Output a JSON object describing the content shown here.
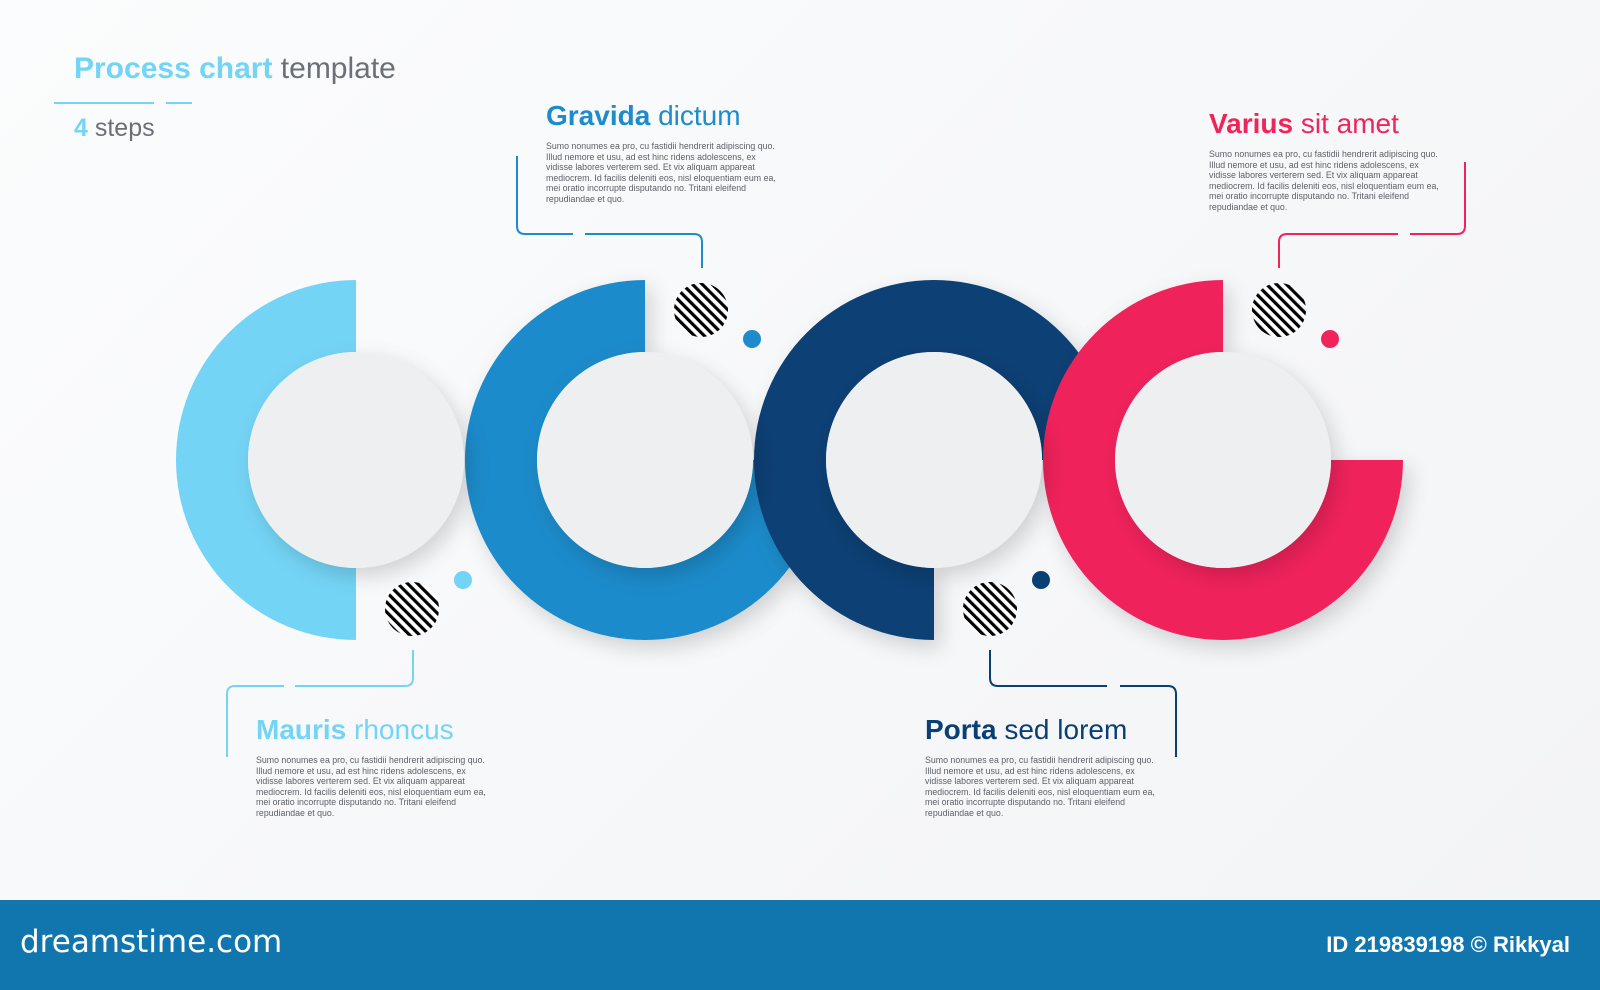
{
  "header": {
    "title_strong": "Process chart",
    "title_light": "template",
    "steps_count": "4",
    "steps_label": "steps"
  },
  "steps": [
    {
      "strong": "Mauris",
      "light": "rhoncus",
      "description": "Sumo nonumes ea pro, cu fastidii hendrerit adipiscing quo. Illud nemore et usu, ad est hinc ridens adolescens, ex vidisse labores verterem sed. Et vix aliquam appareat mediocrem. Id facilis deleniti eos, nisl eloquentiam eum ea, mei oratio incorrupte disputando no. Tritani eleifend repudiandae et quo.",
      "color": "#74d4f6"
    },
    {
      "strong": "Gravida",
      "light": "dictum",
      "description": "Sumo nonumes ea pro, cu fastidii hendrerit adipiscing quo. Illud nemore et usu, ad est hinc ridens adolescens, ex vidisse labores verterem sed. Et vix aliquam appareat mediocrem. Id facilis deleniti eos, nisl eloquentiam eum ea, mei oratio incorrupte disputando no. Tritani eleifend repudiandae et quo.",
      "color": "#1e8bcb"
    },
    {
      "strong": "Porta",
      "light": "sed lorem",
      "description": "Sumo nonumes ea pro, cu fastidii hendrerit adipiscing quo. Illud nemore et usu, ad est hinc ridens adolescens, ex vidisse labores verterem sed. Et vix aliquam appareat mediocrem. Id facilis deleniti eos, nisl eloquentiam eum ea, mei oratio incorrupte disputando no. Tritani eleifend repudiandae et quo.",
      "color": "#0a3f74"
    },
    {
      "strong": "Varius",
      "light": "sit amet",
      "description": "Sumo nonumes ea pro, cu fastidii hendrerit adipiscing quo. Illud nemore et usu, ad est hinc ridens adolescens, ex vidisse labores verterem sed. Et vix aliquam appareat mediocrem. Id facilis deleniti eos, nisl eloquentiam eum ea, mei oratio incorrupte disputando no. Tritani eleifend repudiandae et quo.",
      "color": "#f0245b"
    }
  ],
  "footer": {
    "brand": "dreamstime.com",
    "id_text": "ID 219839198 © Rikkyal"
  },
  "colors": {
    "inner_circle": "#eeeff1",
    "footer_bg": "#1176ae",
    "gray_text": "#6b6f78"
  }
}
